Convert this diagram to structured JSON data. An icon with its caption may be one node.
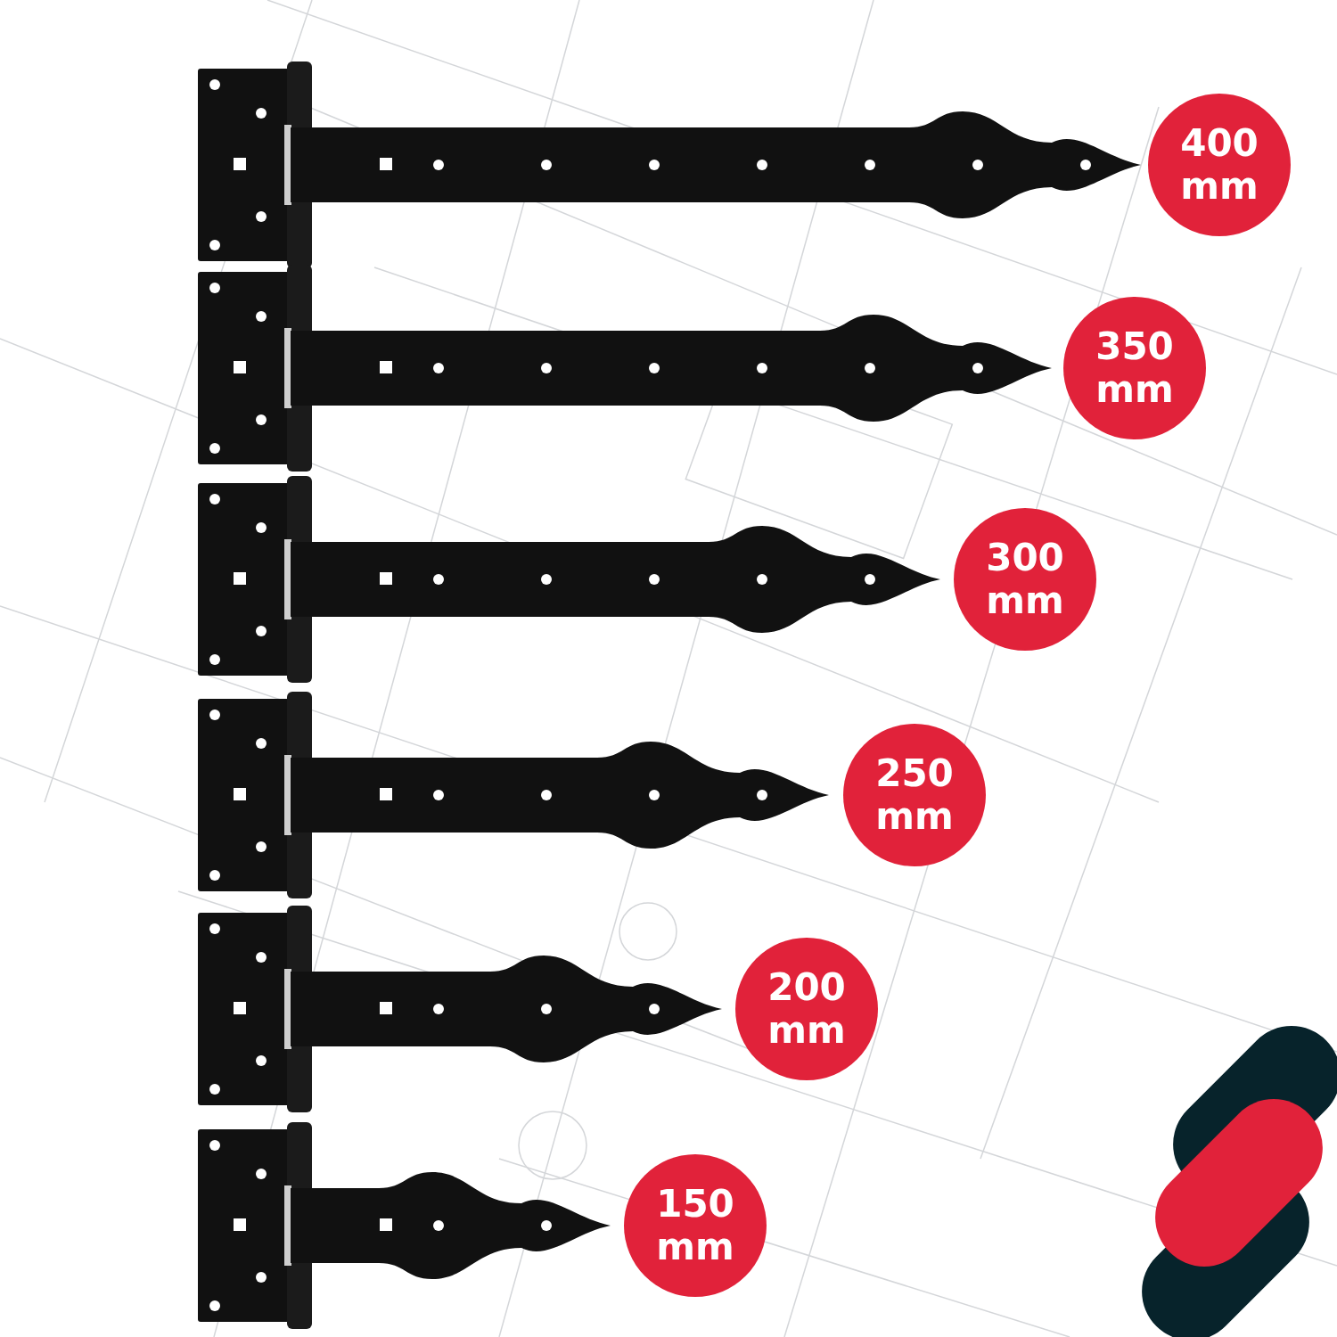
{
  "diagram": {
    "nodes": [
      {
        "text": [
          "400 mm"
        ]
      },
      {
        "text": [
          "350 mm"
        ]
      },
      {
        "text": [
          "300 mm"
        ]
      },
      {
        "text": [
          "250 mm"
        ]
      },
      {
        "text": [
          "200 mm"
        ]
      },
      {
        "text": [
          "150 mm"
        ]
      }
    ]
  }
}
